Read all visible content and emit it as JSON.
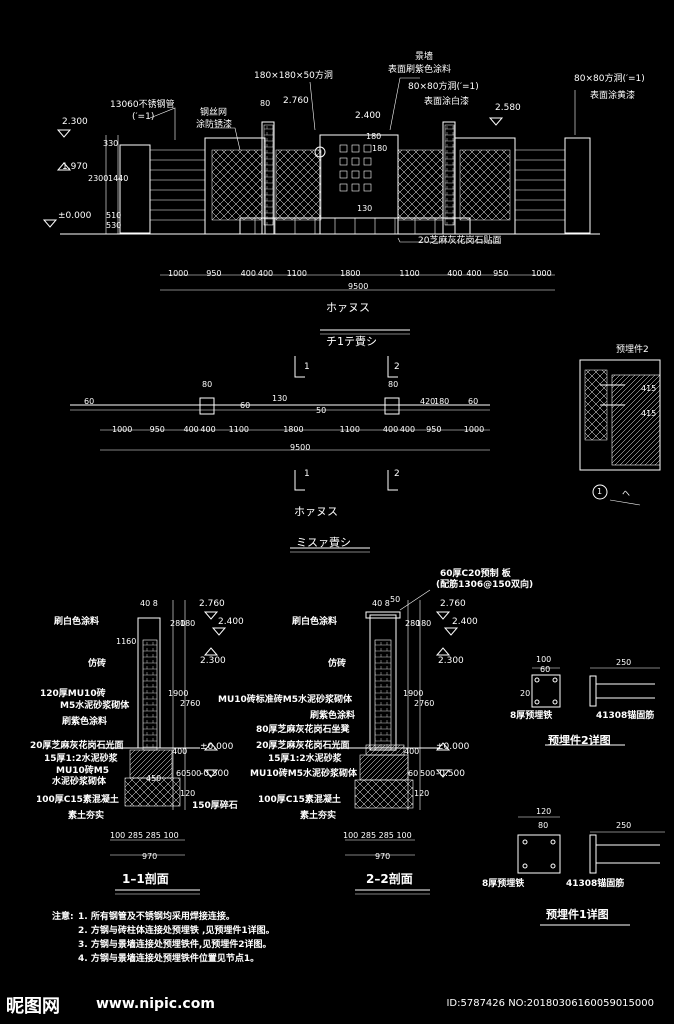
{
  "elevation": {
    "label_steel_pipe": "13060不锈钢管",
    "label_steel_pipe_scale": "(′=1)",
    "label_mesh": "钢丝网",
    "label_mesh_paint": "涂防锈漆",
    "label_hole1": "180×180×50方洞",
    "label_wall": "景墙",
    "label_wall_paint": "表面刷紫色涂料",
    "label_hole2": "80×80方洞(′=1)",
    "label_white": "表面涂白漆",
    "label_hole3": "80×80方洞(′=1)",
    "label_yellow": "表面涂黄漆",
    "label_base": "20芝麻灰花岗石贴面",
    "lvl_2300": "2.300",
    "lvl_1970": "1.970",
    "lvl_0000": "±0.000",
    "lvl_2760": "2.760",
    "lvl_2400": "2.400",
    "lvl_2580": "2.580",
    "dim_330": "330",
    "dim_2300": "2300",
    "dim_1440": "1440",
    "dim_510": "510",
    "dim_530": "530",
    "dim_80": "80",
    "dim_180a": "180",
    "dim_180b": "180",
    "dim_130": "130",
    "dims": [
      "1000",
      "950",
      "400",
      "400",
      "1100",
      "1800",
      "1100",
      "400",
      "400",
      "950",
      "1000"
    ],
    "total": "9500",
    "title_main": "ホァヌス",
    "title_sub": "チ1テ賫シ"
  },
  "plan": {
    "dim_80a": "80",
    "dim_80b": "80",
    "dim_60a": "60",
    "dim_60b": "60",
    "dim_130": "130",
    "dim_50": "50",
    "dim_420": "420",
    "dim_180": "180",
    "dim_60c": "60",
    "dims": [
      "1000",
      "950",
      "400",
      "400",
      "1100",
      "1800",
      "1100",
      "400",
      "400",
      "950",
      "1000"
    ],
    "total": "9500",
    "cut1": "1",
    "cut2": "2",
    "title_main": "ホァヌス",
    "title_sub": "ミスァ賫シ"
  },
  "node": {
    "label": "预埋件2",
    "dim_415a": "415",
    "dim_415b": "415",
    "circle": "1",
    "sub": "ヘ"
  },
  "section1": {
    "title": "1–1剖面",
    "labels": [
      "刷白色涂料",
      "仿砖",
      "120厚MU10砖",
      "M5水泥砂浆砌体",
      "刷紫色涂料",
      "20厚芝麻灰花岗石光面",
      "15厚1:2水泥砂浆",
      "MU10砖M5",
      "水泥砂浆砌体",
      "100厚C15素混凝土",
      "素土夯实"
    ],
    "label_stone": "150厚碎石",
    "lvl_2760": "2.760",
    "lvl_2400": "2.400",
    "lvl_2300": "2.300",
    "lvl_0000": "±0.000",
    "lvl_m0500": "-0.500",
    "dims_top": "40 8",
    "dim_1160": "1160",
    "dim_1900": "1900",
    "dim_2760": "2760",
    "dim_280": "280",
    "dim_180": "180",
    "dim_400": "400",
    "dim_60": "60",
    "dim_500": "500",
    "dim_120": "120",
    "dim_450": "450",
    "dims_bottom": "100 285 285 100",
    "total": "970"
  },
  "section2": {
    "title": "2–2剖面",
    "label_slab": "60厚C20预制  板",
    "label_slab2": "(配筋1306@150双向)",
    "labels": [
      "刷白色涂料",
      "仿砖",
      "MU10砖标准砖M5水泥砂浆砌体",
      "刷紫色涂料",
      "80厚芝麻灰花岗石坐凳",
      "20厚芝麻灰花岗石光面",
      "15厚1:2水泥砂浆",
      "MU10砖M5水泥砂浆砌体",
      "100厚C15素混凝土",
      "素土夯实"
    ],
    "lvl_2760": "2.760",
    "lvl_2400": "2.400",
    "lvl_2300": "2.300",
    "lvl_0000": "±0.000",
    "lvl_m0500": "-0.500",
    "dims_top": "40 8",
    "dim_50": "50",
    "dim_280": "280",
    "dim_180": "180",
    "dim_1900": "1900",
    "dim_2760": "2760",
    "dim_400": "400",
    "dim_60": "60",
    "dim_500": "500",
    "dim_120": "120",
    "dims_bottom": "100 285 285 100",
    "total": "970"
  },
  "embed2": {
    "title": "预埋件2详图",
    "dim_100": "100",
    "dim_60": "60",
    "dim_20": "20",
    "dim_250": "250",
    "label_plate": "8厚预埋铁",
    "label_bar": "41308锚固筋"
  },
  "embed1": {
    "title": "预埋件1详图",
    "dim_120": "120",
    "dim_80": "80",
    "dim_250": "250",
    "label_plate": "8厚预埋铁",
    "label_bar": "41308锚固筋"
  },
  "notes": {
    "head": "注意:",
    "items": [
      "1. 所有钢管及不锈钢均采用焊接连接。",
      "2. 方钢与砖柱体连接处预埋铁  ,见预埋件1详图。",
      "3. 方钢与景墙连接处预埋铁件,见预埋件2详图。",
      "4. 方钢与景墙连接处预埋铁件位置见节点1。"
    ]
  },
  "footer": {
    "logo": "昵图网",
    "site": "www.nipic.com",
    "id": "ID:5787426 NO:20180306160059015000"
  }
}
